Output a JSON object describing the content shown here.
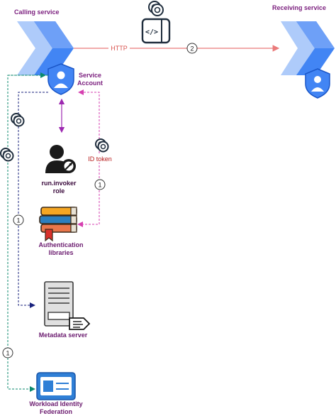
{
  "labels": {
    "calling_service": "Calling service",
    "receiving_service": "Receiving service",
    "http": "HTTP",
    "service_account": [
      "Service",
      "Account"
    ],
    "id_token": "ID token",
    "run_invoker": [
      "run.invoker",
      "role"
    ],
    "auth_libraries": [
      "Authentication",
      "libraries"
    ],
    "metadata_server": "Metadata server",
    "workload_identity": [
      "Workload Identity",
      "Federation"
    ]
  },
  "step_badges": {
    "http_step": "2",
    "id_token_step": "1",
    "metadata_step": "1",
    "federation_step": "1"
  },
  "colors": {
    "chevron_light": "#aecbfa",
    "chevron_dark": "#4285f4",
    "http_arrow": "#ea7b7b",
    "purple_text": "#6b1b6f",
    "magenta_line": "#d63fb0",
    "navy_line": "#1a237e",
    "teal_line": "#0b8a6e",
    "icon_dark": "#1f2d3d"
  },
  "icons": {
    "calling_chevron": "double-chevron-icon",
    "receiving_chevron": "double-chevron-icon",
    "code_window": "code-window-icon",
    "token": "token-coins-icon",
    "shield": "shield-person-icon",
    "user_key": "user-key-icon",
    "books": "books-icon",
    "server": "server-icon",
    "id_card": "id-card-icon"
  }
}
